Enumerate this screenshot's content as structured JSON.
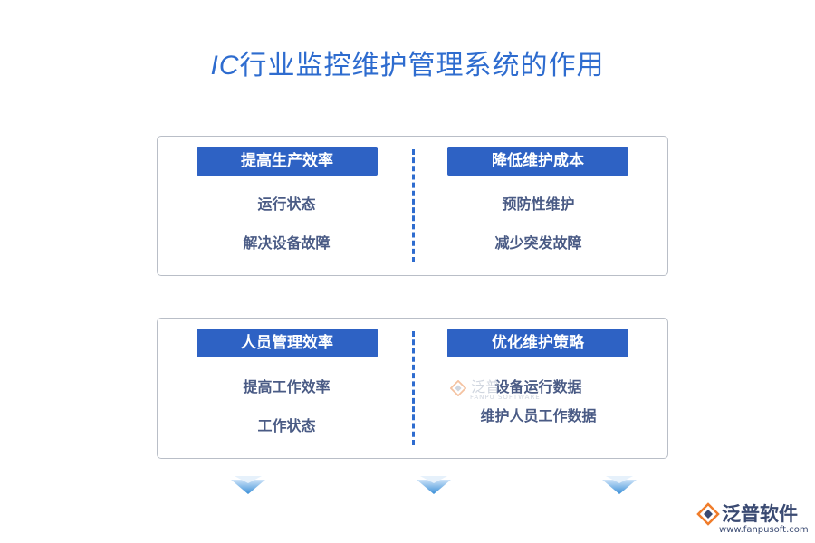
{
  "title": {
    "prefix": "IC",
    "main": "行业监控维护管理系统的作用"
  },
  "panels": [
    {
      "left": {
        "header": "提高生产效率",
        "items": [
          "运行状态",
          "解决设备故障"
        ]
      },
      "right": {
        "header": "降低维护成本",
        "items": [
          "预防性维护",
          "减少突发故障"
        ]
      }
    },
    {
      "left": {
        "header": "人员管理效率",
        "items": [
          "提高工作效率",
          "工作状态"
        ]
      },
      "right": {
        "header": "优化维护策略",
        "items": [
          "设备运行数据",
          "维护人员工作数据"
        ]
      }
    }
  ],
  "watermark": {
    "text": "泛普",
    "sub": "FANPU SOFTWARE"
  },
  "logo": {
    "name": "泛普软件",
    "url": "www.fanpusoft.com"
  },
  "colors": {
    "accent": "#2e62c4",
    "title": "#2e6ccf",
    "item_text": "#4a5b85",
    "border": "#b9bec7",
    "logo_orange": "#f07c2a"
  },
  "icons": [
    "down-arrow-icon",
    "down-arrow-icon",
    "down-arrow-icon",
    "fanpu-logo-icon"
  ]
}
